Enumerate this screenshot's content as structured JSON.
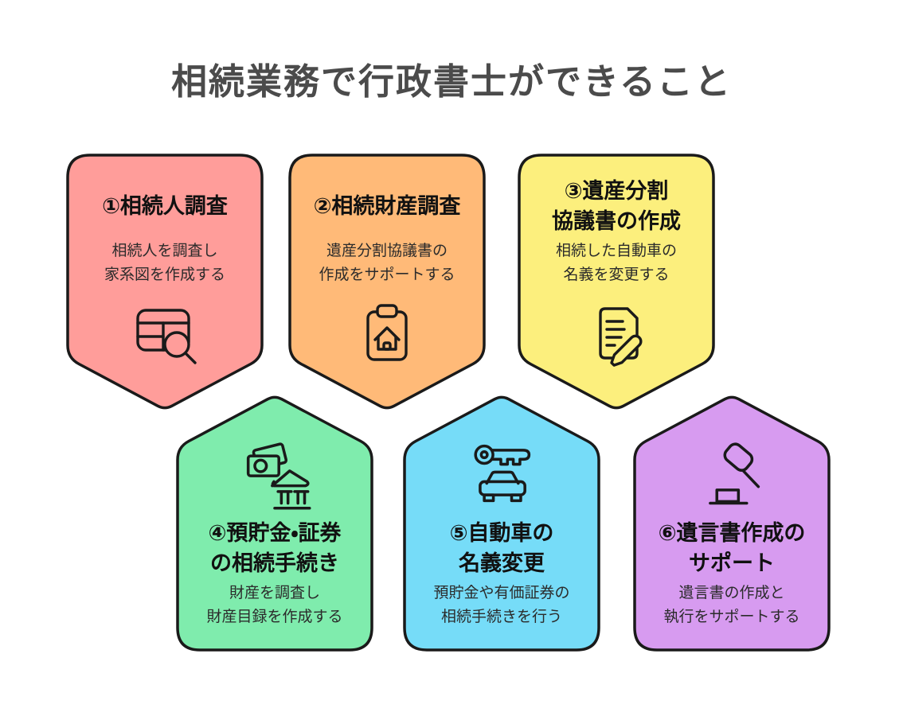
{
  "page": {
    "title": "相続業務で行政書士ができること",
    "background_color": "#ffffff",
    "title_color": "#4b4b4b",
    "outline_color": "#1a1a1a"
  },
  "cards": [
    {
      "number": "①",
      "title": "①相続人調査",
      "description": "相続人を調査し\n家系図を作成する",
      "color": "#ff9d9a",
      "shape": "point-down",
      "icon": "table-search-icon"
    },
    {
      "number": "②",
      "title": "②相続財産調査",
      "description": "遺産分割協議書の\n作成をサポートする",
      "color": "#ffba78",
      "shape": "point-down",
      "icon": "clipboard-house-icon"
    },
    {
      "number": "③",
      "title": "③遺産分割\n協議書の作成",
      "description": "相続した自動車の\n名義を変更する",
      "color": "#fcef7d",
      "shape": "point-down",
      "icon": "document-pencil-icon"
    },
    {
      "number": "④",
      "title": "④預貯金・証券\nの相続手続き",
      "description": "財産を調査し\n財産目録を作成する",
      "color": "#7fecad",
      "shape": "point-up",
      "icon": "money-bank-icon"
    },
    {
      "number": "⑤",
      "title": "⑤自動車の\n名義変更",
      "description": "預貯金や有価証券の\n相続手続きを行う",
      "color": "#76dcf8",
      "shape": "point-up",
      "icon": "key-car-icon"
    },
    {
      "number": "⑥",
      "title": "⑥遺言書作成の\nサポート",
      "description": "遺言書の作成と\n執行をサポートする",
      "color": "#d79bf0",
      "shape": "point-up",
      "icon": "gavel-icon"
    }
  ]
}
